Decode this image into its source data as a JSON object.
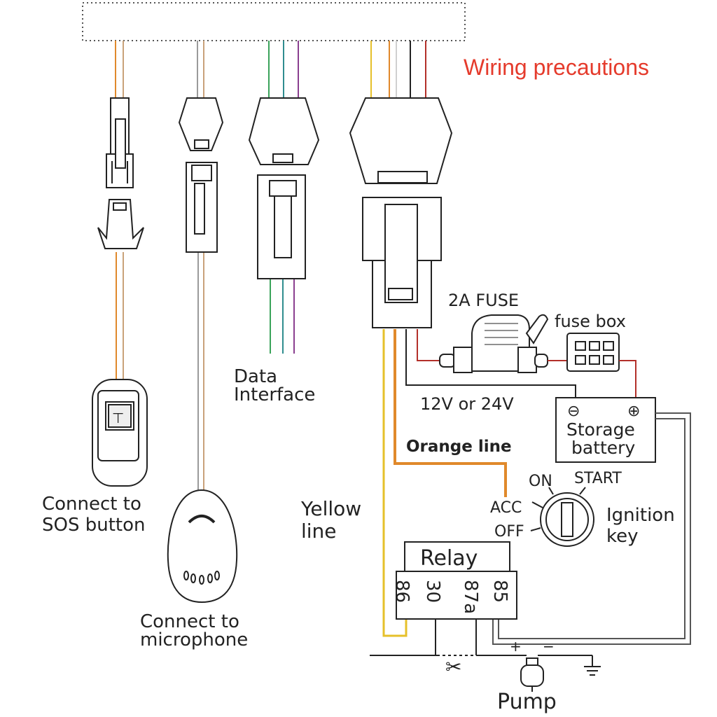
{
  "title": "Wiring precautions",
  "labels": {
    "sos_line1": "Connect to",
    "sos_line2": "SOS button",
    "mic_line1": "Connect to",
    "mic_line2": "microphone",
    "data_line1": "Data",
    "data_line2": "Interface",
    "yellow_line1": "Yellow",
    "yellow_line2": "line",
    "fuse": "2A FUSE",
    "fuse_box": "fuse box",
    "voltage": "12V or 24V",
    "orange_line": "Orange line",
    "battery_line1": "Storage",
    "battery_line2": "battery",
    "battery_minus": "⊖",
    "battery_plus": "⊕",
    "on": "ON",
    "start": "START",
    "acc": "ACC",
    "off": "OFF",
    "ignition_line1": "Ignition",
    "ignition_line2": "key",
    "relay": "Relay",
    "pin86": "86",
    "pin30": "30",
    "pin87a": "87a",
    "pin85": "85",
    "pump": "Pump",
    "pump_plus": "+",
    "pump_minus": "−"
  },
  "wire_colors": {
    "orange": "#e0892b",
    "yellow": "#e6c02a",
    "red": "#b3302a",
    "black": "#222222",
    "green": "#3aa35a",
    "teal": "#2f8d8f",
    "purple": "#8a3f8f",
    "tan": "#c9a27a",
    "gray": "#9a9a9a",
    "white_wire": "#d0d0d0"
  }
}
